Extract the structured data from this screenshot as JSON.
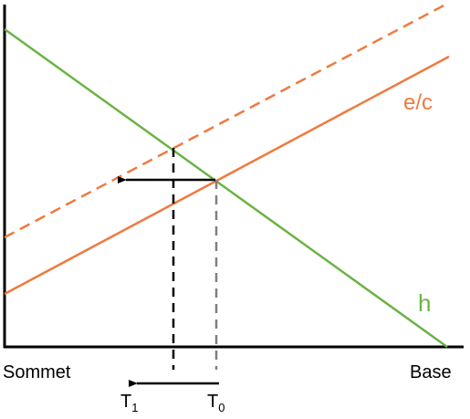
{
  "labels": {
    "x_left": "Sommet",
    "x_right": "Base",
    "line_ec": "e/c",
    "line_h": "h",
    "t1_main": "T",
    "t1_sub": "1",
    "t0_main": "T",
    "t0_sub": "0"
  },
  "colors": {
    "axis": "#000000",
    "h_line": "#6cb244",
    "ec_line": "#ee7a3f",
    "marker_t1": "#000000",
    "marker_t0": "#7f7f7f",
    "arrow": "#000000"
  }
}
